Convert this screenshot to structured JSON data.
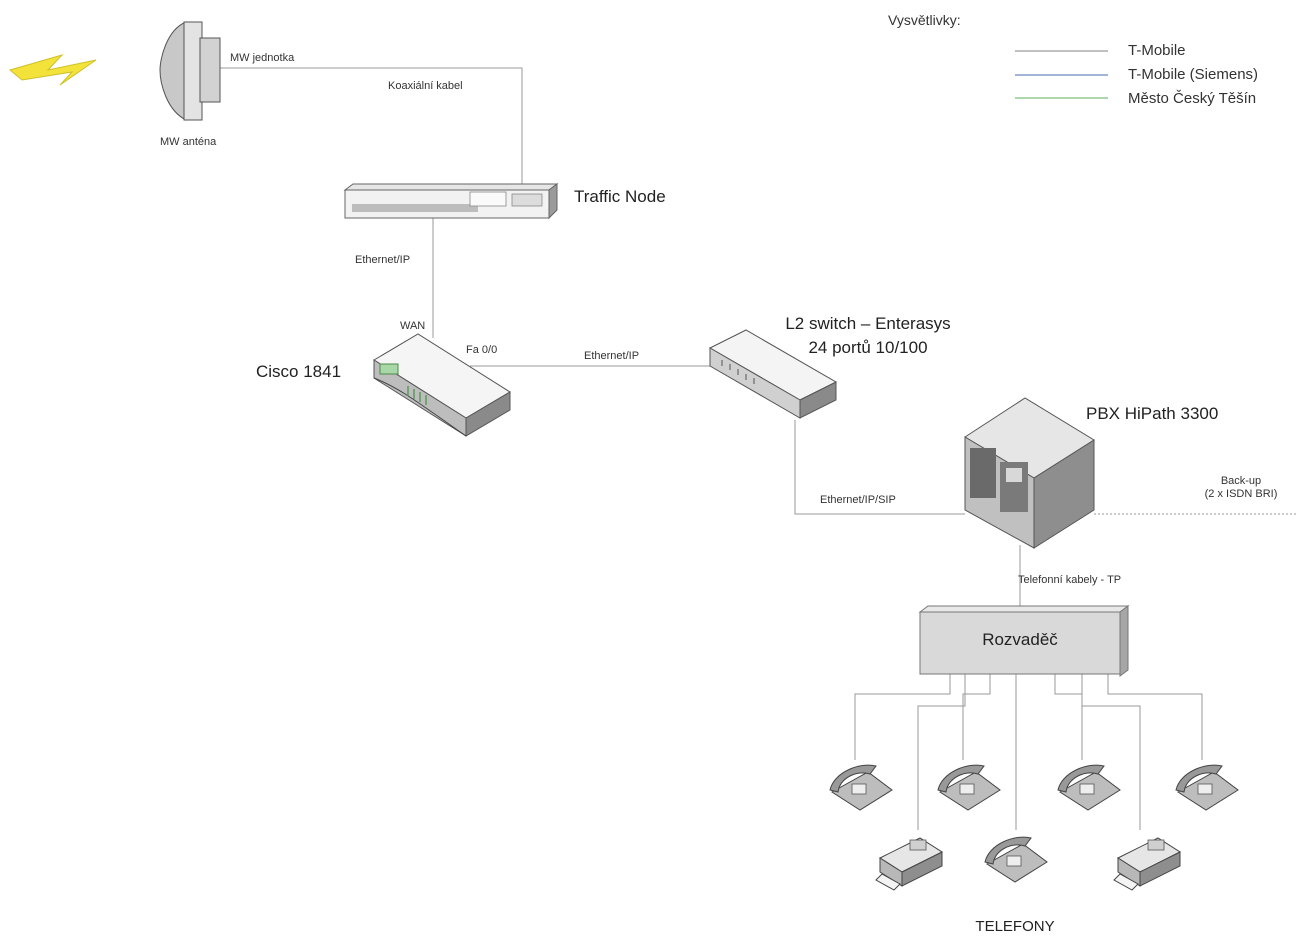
{
  "legend": {
    "title": "Vysvětlivky:",
    "items": [
      {
        "label": "T-Mobile",
        "color": "#9a9a9a"
      },
      {
        "label": "T-Mobile (Siemens)",
        "color": "#6a88c0"
      },
      {
        "label": "Město Český Těšín",
        "color": "#7cc07c"
      }
    ]
  },
  "nodes": {
    "mw_unit": "MW jednotka",
    "mw_antenna": "MW anténa",
    "traffic_node": "Traffic Node",
    "cisco": "Cisco 1841",
    "wan_port": "WAN",
    "fa_port": "Fa 0/0",
    "switch_line1": "L2 switch – Enterasys",
    "switch_line2": "24 portů 10/100",
    "pbx": "PBX HiPath 3300",
    "backup_line1": "Back-up",
    "backup_line2": "(2 x ISDN BRI)",
    "distributor": "Rozvaděč",
    "phones": "TELEFONY"
  },
  "links": {
    "coax": "Koaxiální kabel",
    "eth_tn_router": "Ethernet/IP",
    "eth_router_switch": "Ethernet/IP",
    "eth_switch_pbx": "Ethernet/IP/SIP",
    "phone_cables": "Telefonní kabely - TP"
  },
  "colors": {
    "line": "#9a9a9a",
    "device_light": "#f1f1f1",
    "device_mid": "#c9c9c9",
    "device_dark": "#6f6f6f",
    "lightning": "#f2e23a"
  }
}
